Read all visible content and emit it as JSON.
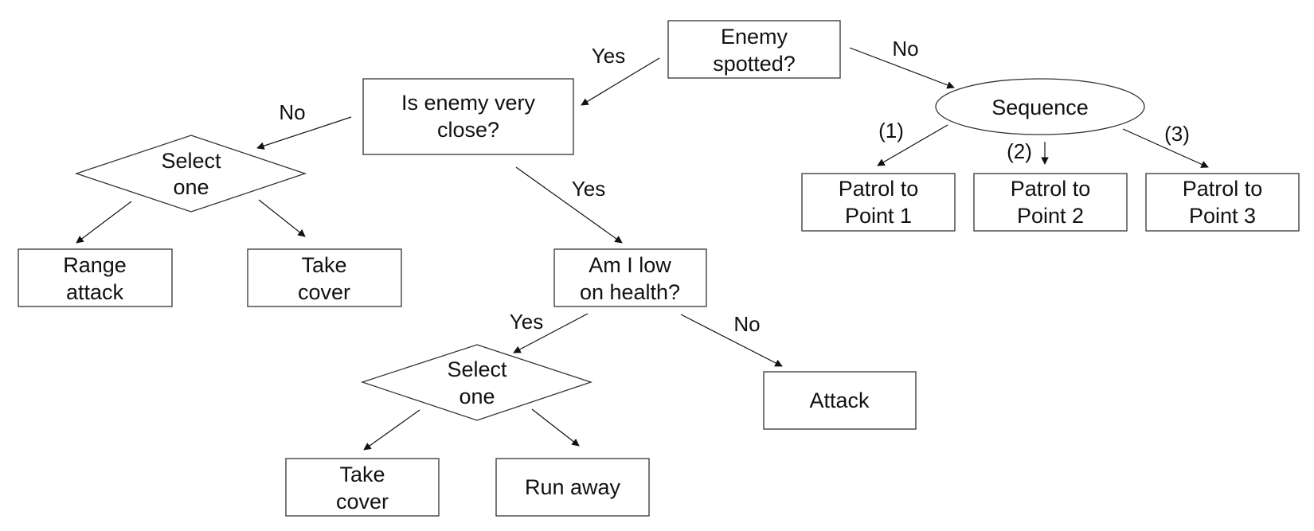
{
  "nodes": {
    "enemy_spotted": {
      "lines": [
        "Enemy",
        "spotted?"
      ]
    },
    "is_enemy_close": {
      "lines": [
        "Is enemy very",
        "close?"
      ]
    },
    "select_one_top": {
      "lines": [
        "Select",
        "one"
      ]
    },
    "range_attack": {
      "lines": [
        "Range",
        "attack"
      ]
    },
    "take_cover_top": {
      "lines": [
        "Take",
        "cover"
      ]
    },
    "low_health": {
      "lines": [
        "Am I low",
        "on health?"
      ]
    },
    "select_one_bottom": {
      "lines": [
        "Select",
        "one"
      ]
    },
    "take_cover_bottom": {
      "lines": [
        "Take",
        "cover"
      ]
    },
    "run_away": {
      "lines": [
        "Run away"
      ]
    },
    "attack": {
      "lines": [
        "Attack"
      ]
    },
    "sequence": {
      "lines": [
        "Sequence"
      ]
    },
    "patrol_1": {
      "lines": [
        "Patrol to",
        "Point 1"
      ]
    },
    "patrol_2": {
      "lines": [
        "Patrol to",
        "Point 2"
      ]
    },
    "patrol_3": {
      "lines": [
        "Patrol to",
        "Point 3"
      ]
    }
  },
  "edge_labels": {
    "enemy_yes": "Yes",
    "enemy_no": "No",
    "close_no": "No",
    "close_yes": "Yes",
    "health_yes": "Yes",
    "health_no": "No",
    "seq_1": "(1)",
    "seq_2": "(2)",
    "seq_3": "(3)"
  }
}
